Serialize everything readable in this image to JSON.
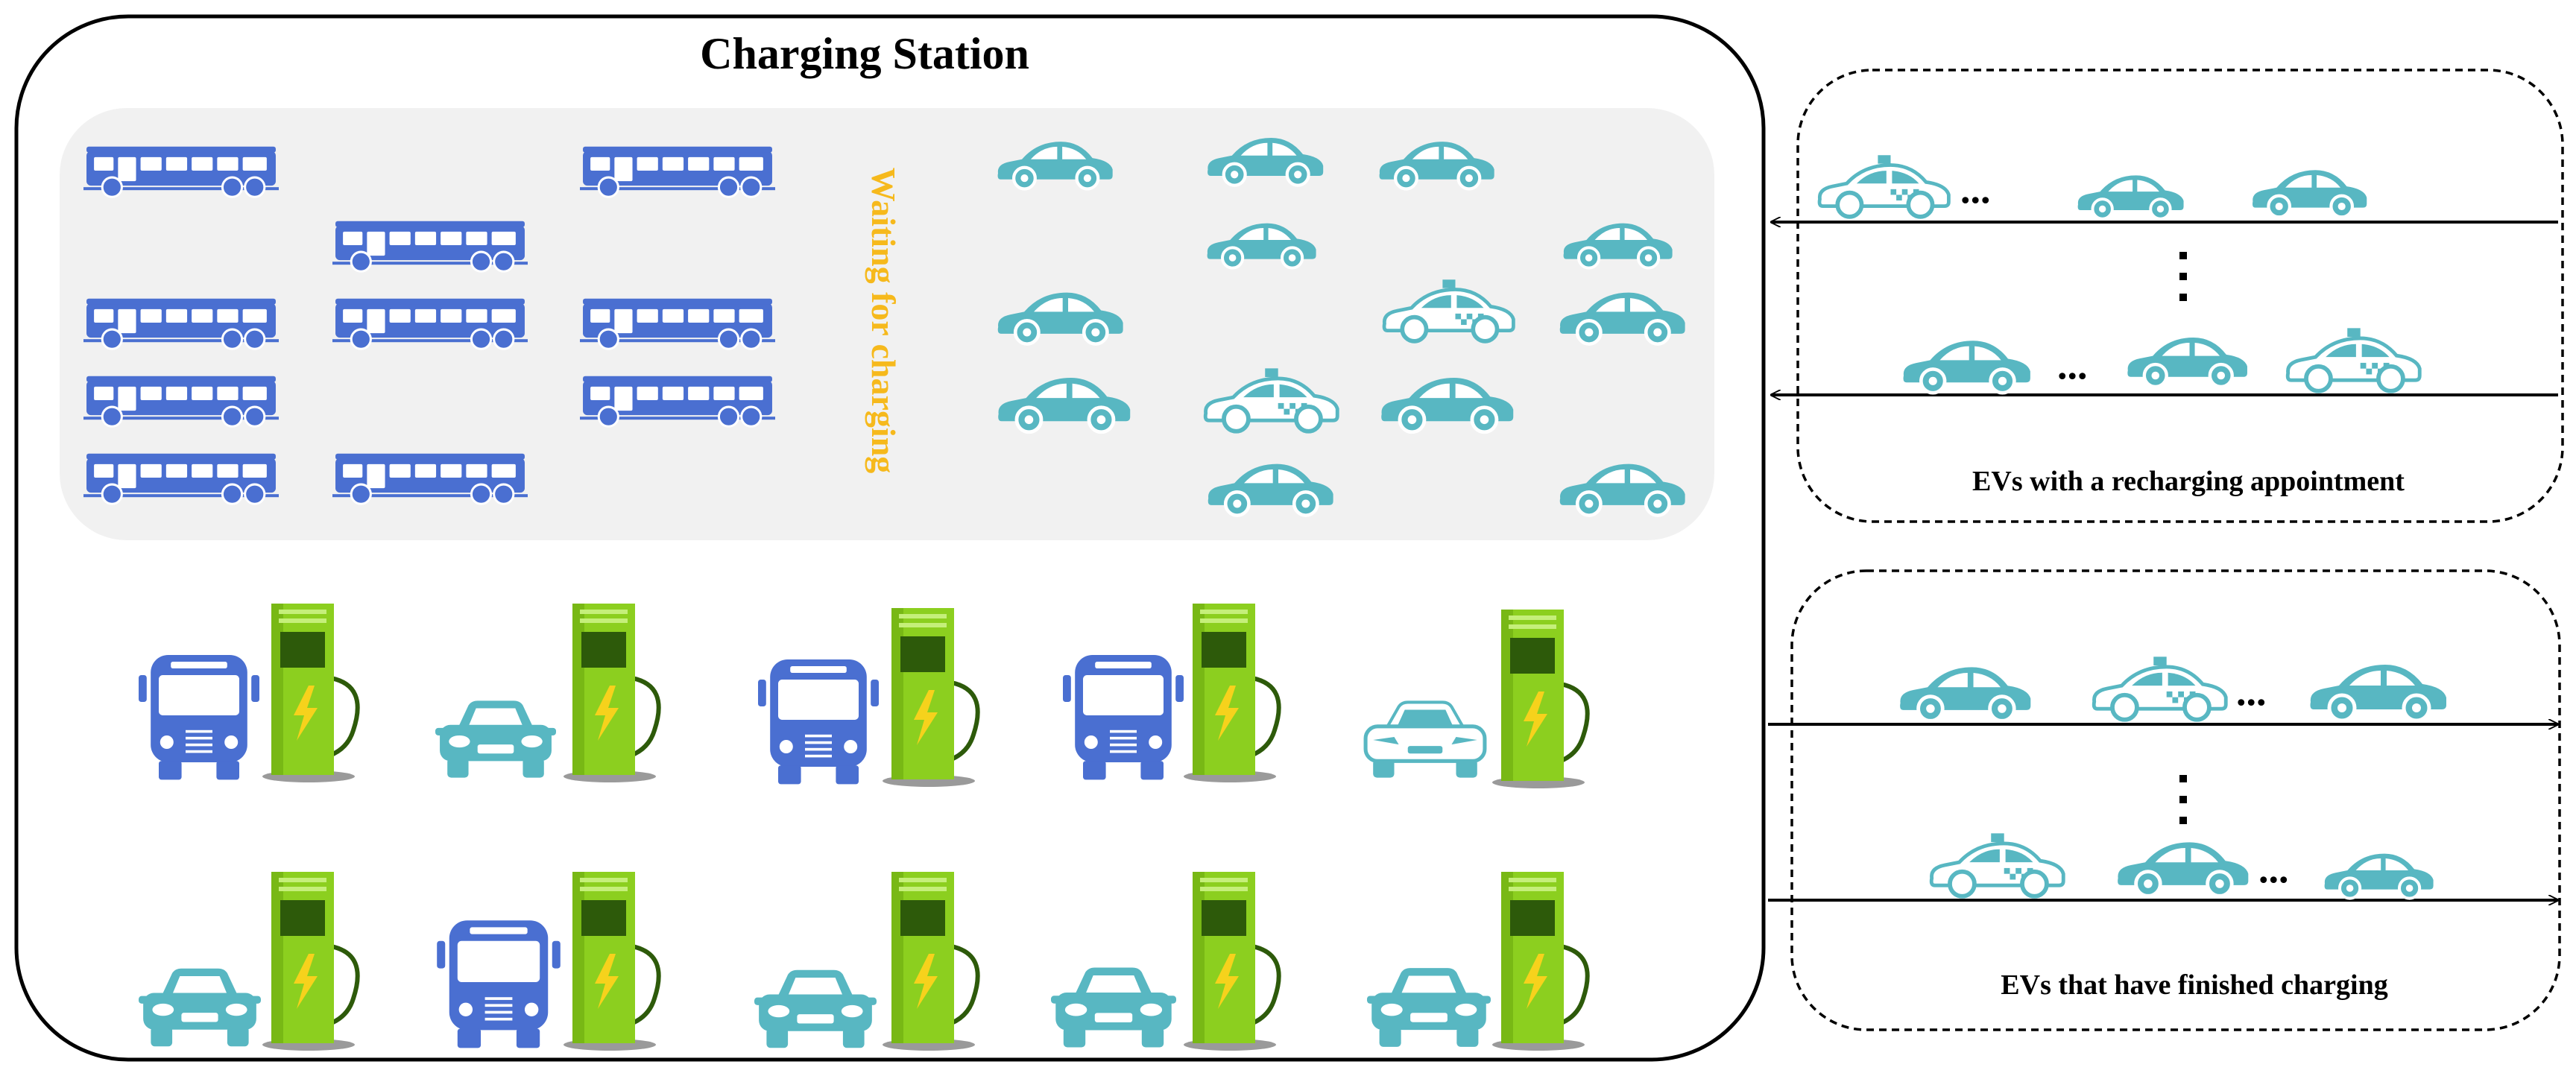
{
  "station": {
    "title": "Charging Station",
    "waiting_label": "Waiting for charging"
  },
  "appointment_panel": {
    "caption": "EVs with a recharging appointment",
    "ellipsis": "..."
  },
  "finished_panel": {
    "caption": "EVs that have finished charging",
    "ellipsis": "..."
  },
  "colors": {
    "bus": "#4a6fd1",
    "car": "#58b7c2",
    "charger": "#8ccf1f",
    "charger_dark": "#2d5a0a",
    "waiting_text": "#f6b91c",
    "waiting_bg": "#f1f1f1"
  },
  "icons": [
    "bus-icon",
    "car-icon",
    "taxi-icon",
    "charging-pile-icon",
    "lightning-icon",
    "arrow-icon"
  ]
}
